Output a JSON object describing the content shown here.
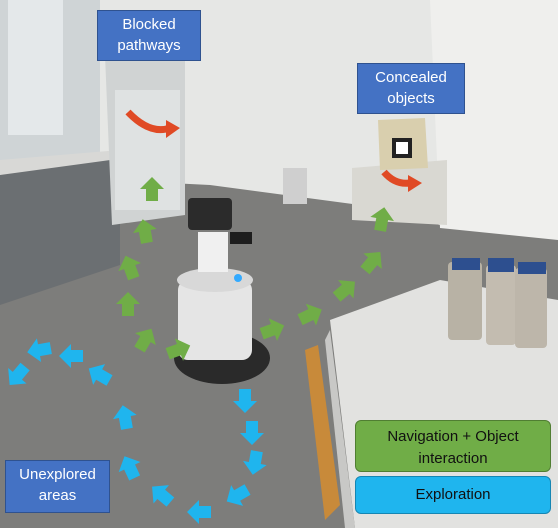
{
  "labels": {
    "blocked": "Blocked\npathways",
    "concealed": "Concealed\nobjects",
    "unexplored": "Unexplored\nareas"
  },
  "legend": {
    "navigation": "Navigation + Object\ninteraction",
    "exploration": "Exploration"
  },
  "colors": {
    "label_bg": "#4472c4",
    "navigation_green": "#70ad47",
    "exploration_blue": "#1fb5ee",
    "red_arrow": "#e04a25"
  }
}
